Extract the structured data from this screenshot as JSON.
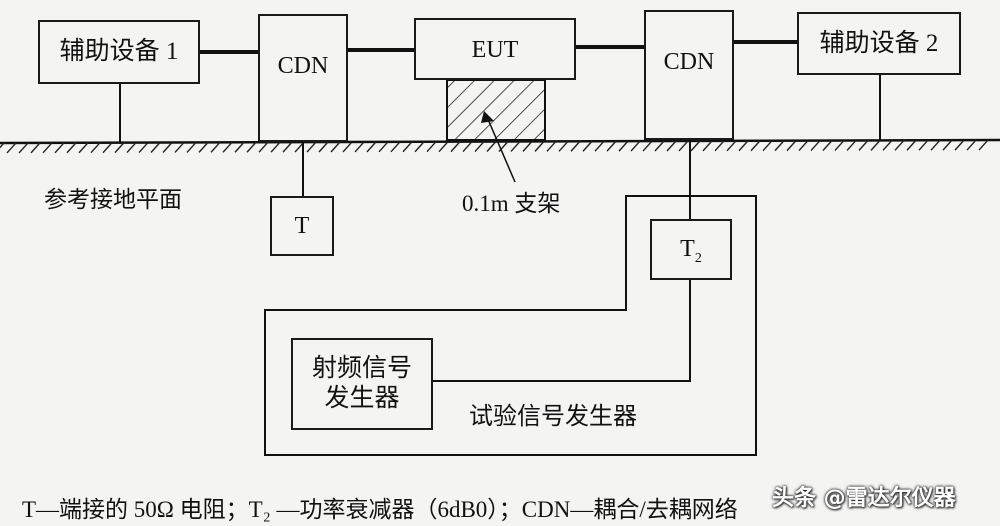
{
  "diagram": {
    "aux1_label": "辅助设备 1",
    "cdn_left_label": "CDN",
    "eut_label": "EUT",
    "cdn_right_label": "CDN",
    "aux2_label": "辅助设备 2",
    "ground_label": "参考接地平面",
    "stand_label": "0.1m 支架",
    "terminator_label": "T",
    "attenuator_label": "T",
    "attenuator_subscript": "2",
    "rf_generator_line1": "射频信号",
    "rf_generator_line2": "发生器",
    "test_generator_label": "试验信号发生器"
  },
  "caption": "T—端接的 50Ω 电阻；T₂ —功率衰减器（6dB0）；CDN—耦合/去耦网络",
  "watermark": "头条 @雷达尔仪器"
}
